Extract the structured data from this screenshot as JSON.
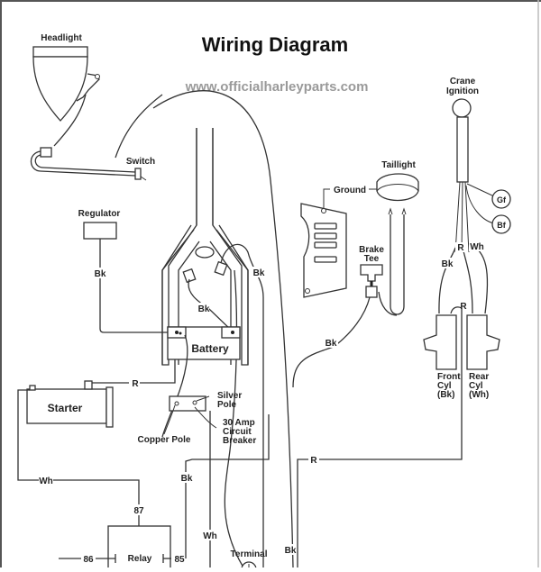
{
  "diagram": {
    "title": "Wiring Diagram",
    "website": "www.officialharleyparts.com",
    "components": {
      "headlight": "Headlight",
      "switch": "Switch",
      "regulator": "Regulator",
      "battery": "Battery",
      "starter": "Starter",
      "silver_pole": [
        "Silver",
        "Pole"
      ],
      "circuit_breaker": [
        "30 Amp",
        "Circuit",
        "Breaker"
      ],
      "copper_pole": "Copper Pole",
      "relay": "Relay",
      "terminal": "Terminal",
      "ground": "Ground",
      "taillight": "Taillight",
      "brake_tee": [
        "Brake",
        "Tee"
      ],
      "crane_ignition": [
        "Crane",
        "Ignition"
      ],
      "gf": "Gf",
      "bf": "Bf",
      "front_cyl": [
        "Front",
        "Cyl",
        "(Bk)"
      ],
      "rear_cyl": [
        "Rear",
        "Cyl",
        "(Wh)"
      ]
    },
    "wire_labels": {
      "regulator_bk": "Bk",
      "battery_bk": "Bk",
      "frame_bk": "Bk",
      "brake_bk": "Bk",
      "starter_r": "R",
      "starter_wh": "Wh",
      "relay_87": "87",
      "relay_86": "86",
      "relay_85": "85",
      "relay_bk": "Bk",
      "relay_wh": "Wh",
      "terminal_bk": "Bk",
      "main_r": "R",
      "ign_bk": "Bk",
      "ign_r": "R",
      "ign_wh": "Wh",
      "coil_r": "R"
    }
  }
}
